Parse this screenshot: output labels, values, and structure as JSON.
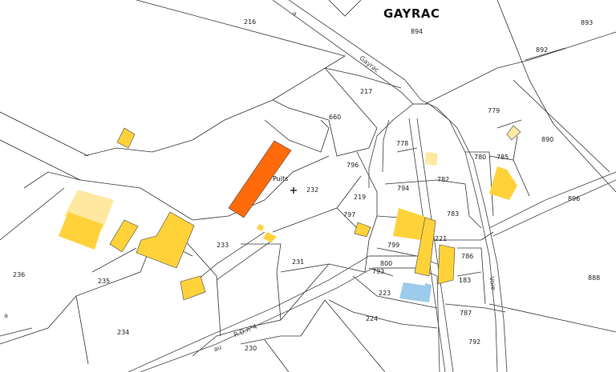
{
  "place_name": "GAYRAC",
  "feature": {
    "label": "Puits",
    "marker": "cross-marker"
  },
  "roads": {
    "gayrac": "Gayrac",
    "a": "a",
    "voie": "Voie",
    "au": "au",
    "rdn": "R.D.n°4",
    "a_left": "a"
  },
  "parcels": {
    "p216": "216",
    "p894": "894",
    "p893": "893",
    "p892": "892",
    "p217": "217",
    "p660": "660",
    "p779": "779",
    "p890": "890",
    "p778": "778",
    "p780": "780",
    "p785": "785",
    "p796": "796",
    "p782": "782",
    "p232": "232",
    "p794": "794",
    "p219": "219",
    "p896": "896",
    "p797": "797",
    "p783": "783",
    "p221": "221",
    "p799": "799",
    "p233": "233",
    "p786": "786",
    "p800": "800",
    "p793": "793",
    "p231": "231",
    "p183": "183",
    "p236": "236",
    "p235": "235",
    "p888": "888",
    "p223": "223",
    "p787": "787",
    "p224": "224",
    "p234": "234",
    "p792": "792",
    "p230": "230"
  },
  "colors": {
    "building_hard": "#ffd23a",
    "building_light": "#ffe9a0",
    "building_highlight": "#ff6a0a",
    "water": "#9ccbeb",
    "parcel_line": "#333333",
    "road_line": "#555555"
  }
}
